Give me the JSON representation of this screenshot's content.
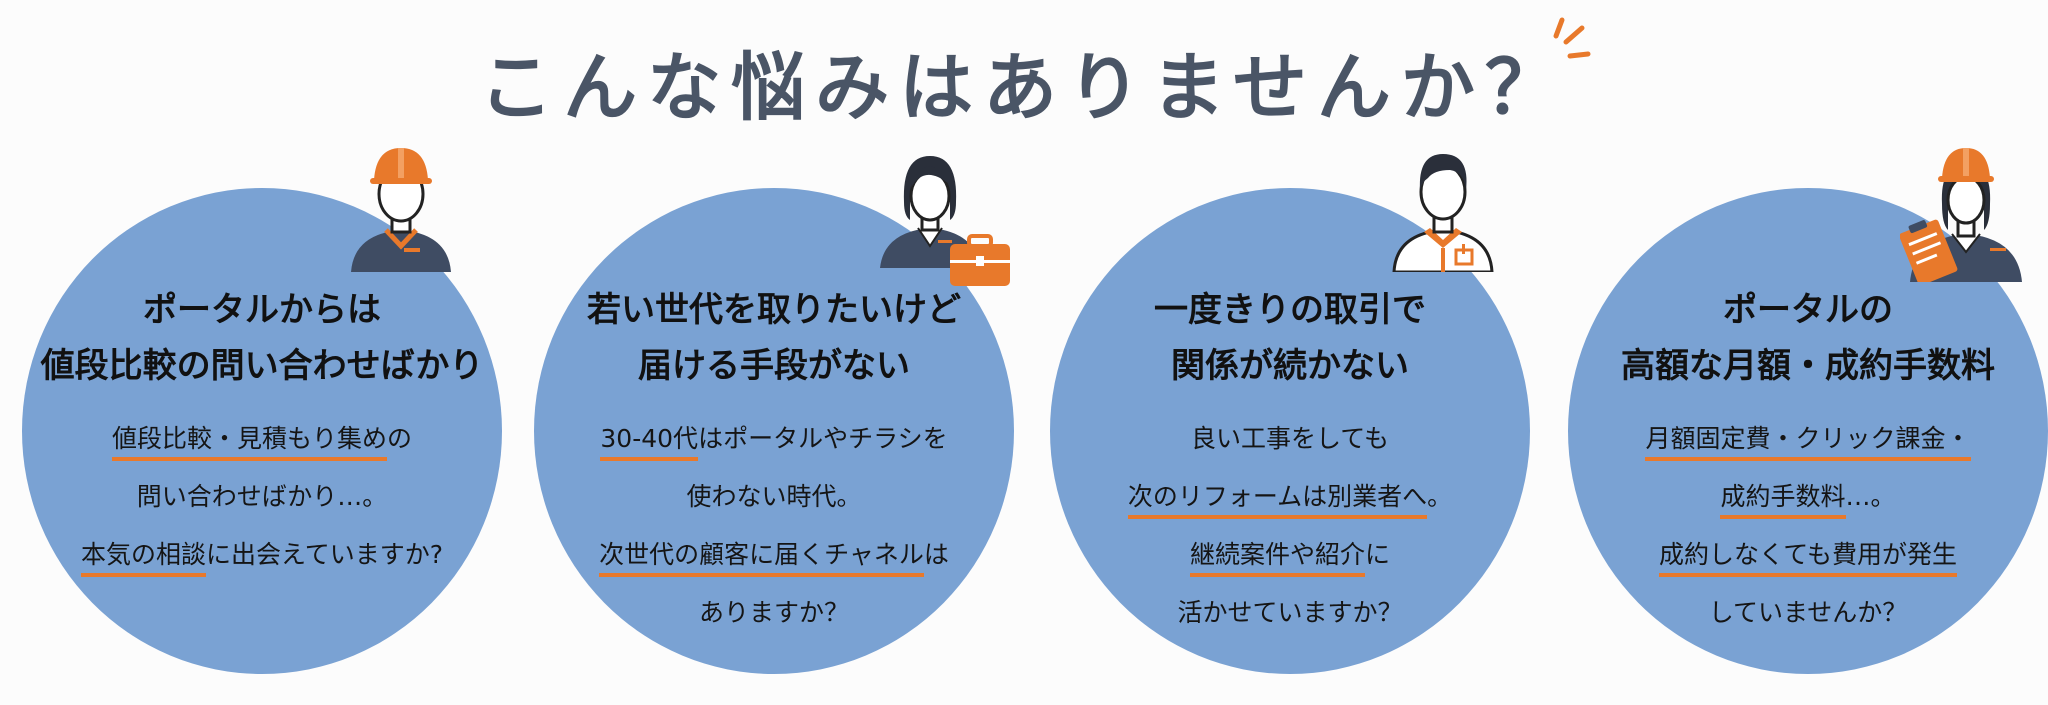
{
  "title": "こんな悩みはありませんか？",
  "colors": {
    "accent": "#e8792b",
    "circle": "#7aa2d3",
    "title": "#4a5566",
    "navy": "#3f4c63"
  },
  "cards": [
    {
      "avatar": "worker-with-hardhat-icon",
      "heading": [
        "ポータルからは",
        "値段比較の問い合わせばかり"
      ],
      "lines": [
        [
          {
            "t": "値段比較・見積もり集め",
            "hl": true
          },
          {
            "t": "の",
            "hl": false
          }
        ],
        [
          {
            "t": "問い合わせばかり…。",
            "hl": false
          }
        ],
        [
          {
            "t": "本気の相談",
            "hl": true
          },
          {
            "t": "に出会えていますか?",
            "hl": false
          }
        ]
      ]
    },
    {
      "avatar": "businesswoman-with-briefcase-icon",
      "heading": [
        "若い世代を取りたいけど",
        "届ける手段がない"
      ],
      "lines": [
        [
          {
            "t": "30-40代",
            "hl": true
          },
          {
            "t": "はポータルやチラシを",
            "hl": false
          }
        ],
        [
          {
            "t": "使わない時代。",
            "hl": false
          }
        ],
        [
          {
            "t": "次世代の顧客に届くチャネル",
            "hl": true
          },
          {
            "t": "は",
            "hl": false
          }
        ],
        [
          {
            "t": "ありますか？",
            "hl": false
          }
        ]
      ]
    },
    {
      "avatar": "craftsman-in-uniform-icon",
      "heading": [
        "一度きりの取引で",
        "関係が続かない"
      ],
      "lines": [
        [
          {
            "t": "良い工事をしても",
            "hl": false
          }
        ],
        [
          {
            "t": "次のリフォームは別業者へ",
            "hl": true
          },
          {
            "t": "。",
            "hl": false
          }
        ],
        [
          {
            "t": "継続案件や紹介",
            "hl": true
          },
          {
            "t": "に",
            "hl": false
          }
        ],
        [
          {
            "t": "活かせていますか？",
            "hl": false
          }
        ]
      ]
    },
    {
      "avatar": "woman-with-hardhat-clipboard-icon",
      "heading": [
        "ポータルの",
        "高額な月額・成約手数料"
      ],
      "lines": [
        [
          {
            "t": "月額固定費・クリック課金・",
            "hl": true
          }
        ],
        [
          {
            "t": "成約手数料",
            "hl": true
          },
          {
            "t": "…。",
            "hl": false
          }
        ],
        [
          {
            "t": "成約しなくても費用が発生",
            "hl": true
          }
        ],
        [
          {
            "t": "していませんか？",
            "hl": false
          }
        ]
      ]
    }
  ]
}
